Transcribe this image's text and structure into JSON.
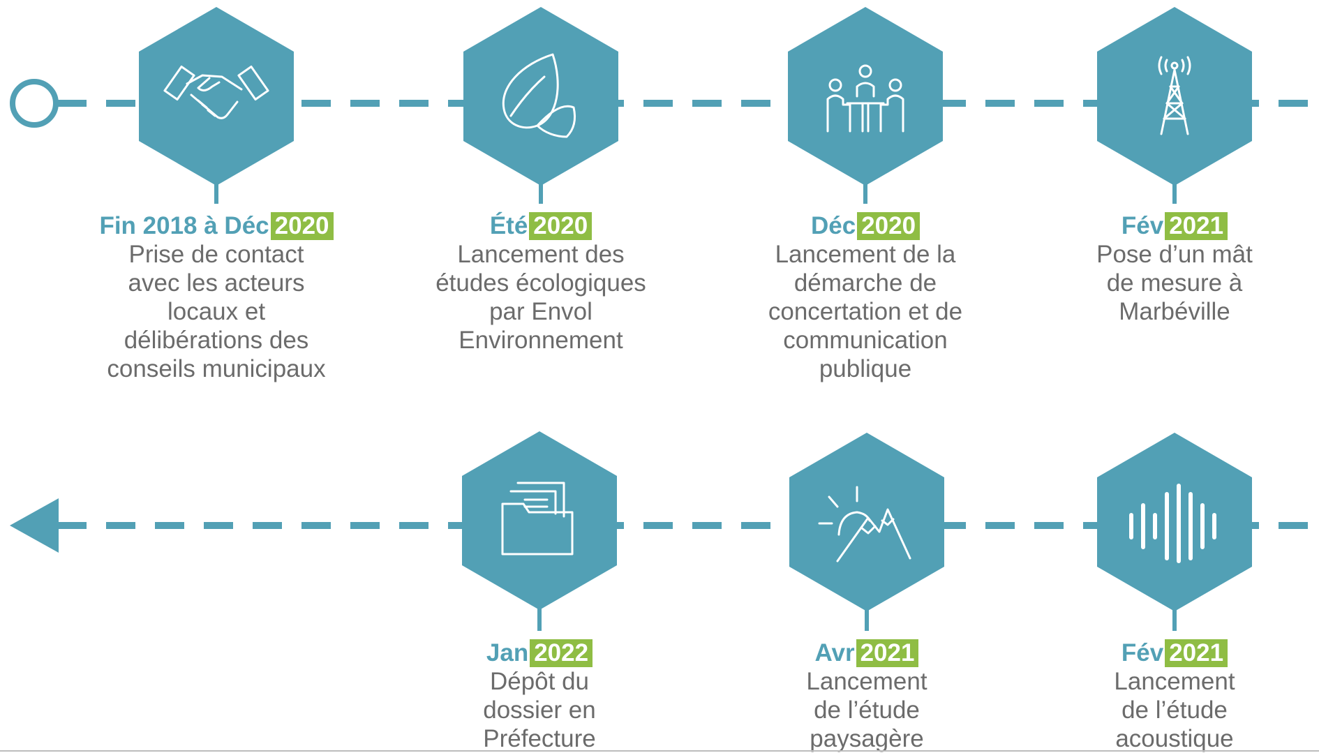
{
  "colors": {
    "accent": "#52a0b5",
    "year_badge": "#8fbd44",
    "description_text": "#6b6b6b"
  },
  "milestones": [
    {
      "icon": "handshake-icon",
      "label": "Fin 2018 à Déc",
      "year": "2020",
      "description": "Prise de contact avec les acteurs locaux et délibérations des conseils municipaux"
    },
    {
      "icon": "leaf-icon",
      "label": "Été",
      "year": "2020",
      "description": "Lancement des études écologiques par Envol Environnement"
    },
    {
      "icon": "meeting-icon",
      "label": "Déc",
      "year": "2020",
      "description": "Lancement de la démarche de concertation et de communication publique"
    },
    {
      "icon": "antenna-tower-icon",
      "label": "Fév",
      "year": "2021",
      "description": "Pose d’un mât de mesure à Marbéville"
    },
    {
      "icon": "sound-wave-icon",
      "label": "Fév",
      "year": "2021",
      "description": "Lancement de l’étude acoustique"
    },
    {
      "icon": "mountain-sun-icon",
      "label": "Avr",
      "year": "2021",
      "description": "Lancement de l’étude paysagère"
    },
    {
      "icon": "folder-icon",
      "label": "Jan",
      "year": "2022",
      "description": "Dépôt du dossier en Préfecture"
    }
  ]
}
